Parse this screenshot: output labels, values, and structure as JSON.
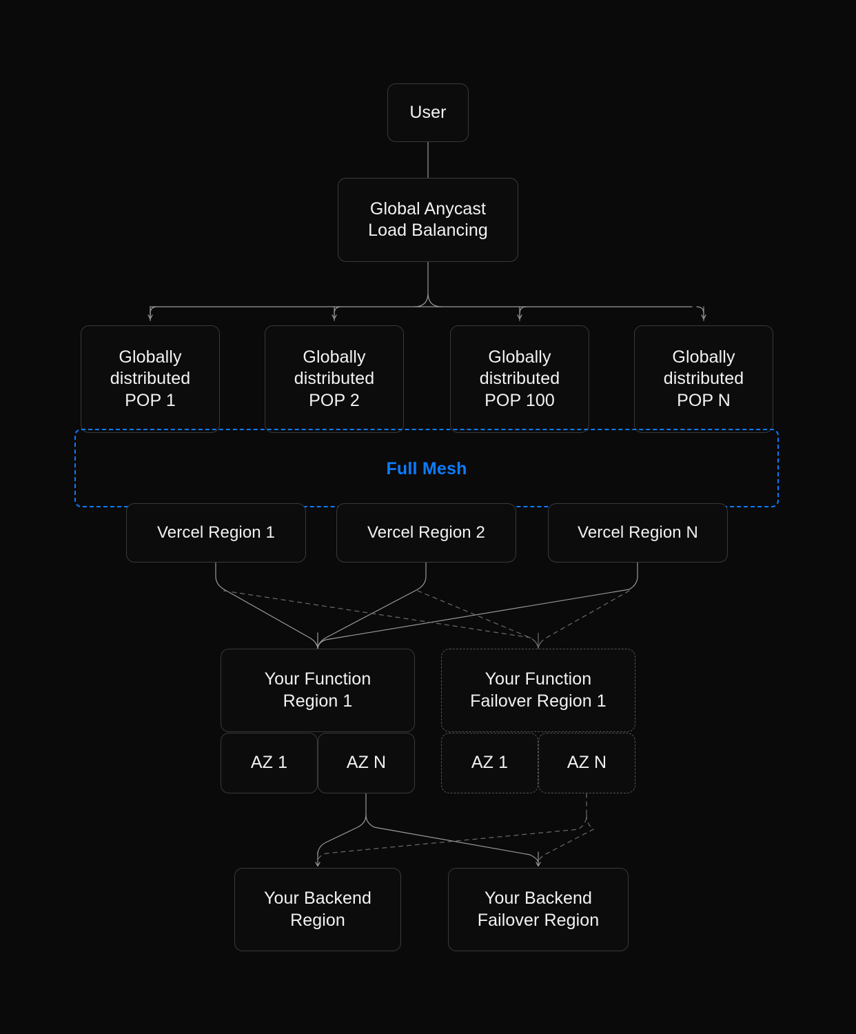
{
  "diagram": {
    "title": "Vercel global infrastructure routing diagram",
    "background_color": "#0a0a0a",
    "accent_color": "#0d7cff",
    "node_border_color": "#3a3a3a",
    "text_color": "#f2f2f2"
  },
  "user": {
    "label": "User"
  },
  "load_balancer": {
    "label": "Global Anycast\nLoad Balancing"
  },
  "pops": [
    {
      "label": "Globally\ndistributed\nPOP 1"
    },
    {
      "label": "Globally\ndistributed\nPOP 2"
    },
    {
      "label": "Globally\ndistributed\nPOP 100"
    },
    {
      "label": "Globally\ndistributed\nPOP N"
    }
  ],
  "mesh": {
    "label": "Full Mesh"
  },
  "vercel_regions": [
    {
      "label": "Vercel Region 1"
    },
    {
      "label": "Vercel Region 2"
    },
    {
      "label": "Vercel Region N"
    }
  ],
  "function_regions": [
    {
      "label": "Your Function\nRegion 1",
      "style": "solid",
      "azs": [
        {
          "label": "AZ 1"
        },
        {
          "label": "AZ N"
        }
      ]
    },
    {
      "label": "Your Function\nFailover Region 1",
      "style": "dashed",
      "azs": [
        {
          "label": "AZ 1"
        },
        {
          "label": "AZ N"
        }
      ]
    }
  ],
  "backend_regions": [
    {
      "label": "Your Backend\nRegion"
    },
    {
      "label": "Your Backend\nFailover Region"
    }
  ]
}
